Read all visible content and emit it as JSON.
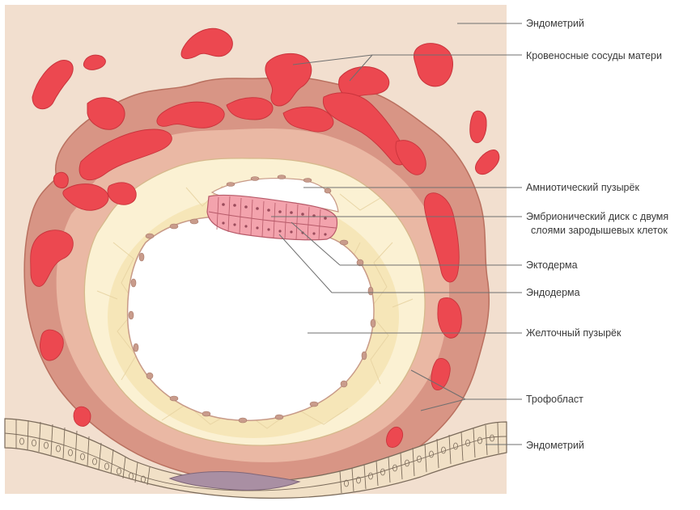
{
  "labels": {
    "endometrium_top": "Эндометрий",
    "maternal_vessels": "Кровеносные сосуды матери",
    "amniotic_vesicle": "Амниотический пузырёк",
    "embryonic_disc_line1": "Эмбрионический диск с двумя",
    "embryonic_disc_line2": "слоями зародышевых клеток",
    "ectoderm": "Эктодерма",
    "endoderm": "Эндодерма",
    "yolk_sac": "Желточный пузырёк",
    "trophoblast": "Трофобласт",
    "endometrium_bottom": "Эндометрий"
  },
  "colors": {
    "endometrium": "#f2dfcf",
    "trophoblast_outer": "#d89585",
    "trophoblast_inner": "#eab8a4",
    "maternal_blood": "#ec4850",
    "blood_outline": "#c9343c",
    "cytotrophoblast": "#fbf1d3",
    "mesoderm": "#f6e6b8",
    "yolk_sac_cavity": "#ffffff",
    "embryonic_disc": "#f3a3ad",
    "epithelium": "#f1e0c6",
    "plug": "#a98fa3",
    "leader_lines": "#6f6f6f",
    "label_text": "#3a3a3a"
  }
}
